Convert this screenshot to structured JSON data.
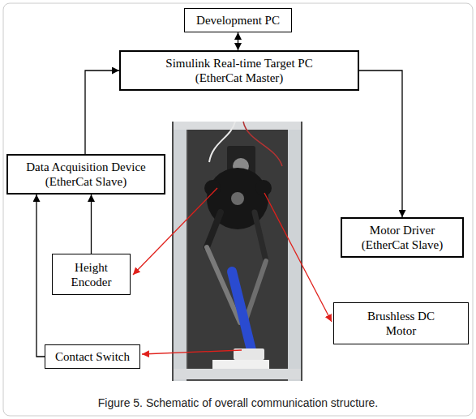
{
  "diagram": {
    "caption": "Figure 5. Schematic of overall communication structure.",
    "nodes": [
      {
        "text": [
          "Development PC"
        ]
      },
      {
        "text": [
          "Simulink Real-time Target PC",
          "(EtherCat Master)"
        ]
      },
      {
        "text": [
          "Data Acquisition Device",
          "(EtherCat Slave)"
        ]
      },
      {
        "text": [
          "Motor Driver",
          "(EtherCat Slave)"
        ]
      },
      {
        "text": [
          "Height Encoder"
        ]
      },
      {
        "text": [
          "Brushless DC Motor"
        ]
      },
      {
        "text": [
          "Contact Switch"
        ]
      }
    ],
    "edges": [
      {
        "from": 0,
        "to": 1,
        "arrow": "both"
      },
      {
        "from": 2,
        "to": 1,
        "arrow": "to"
      },
      {
        "from": 1,
        "to": 3,
        "arrow": "to"
      },
      {
        "from": 4,
        "to": 2,
        "arrow": "to"
      },
      {
        "from": 6,
        "to": 2,
        "arrow": "to"
      }
    ]
  }
}
